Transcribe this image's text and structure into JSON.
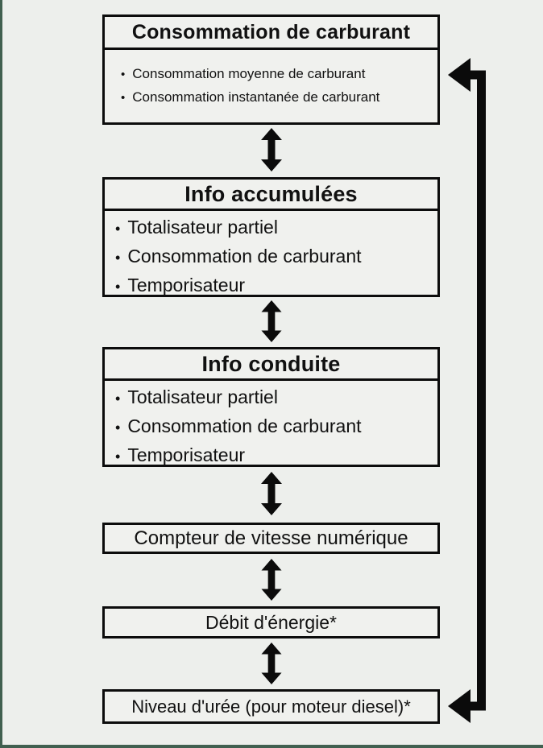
{
  "page": {
    "language": "fr",
    "colors": {
      "background": "#edefec",
      "box_background": "#f0f1ee",
      "box_border": "#0c0c0c",
      "arrow": "#0b0b0b",
      "edge_green": "#416050",
      "text": "#111111"
    }
  },
  "diagram": {
    "bullet_char": "•",
    "boxes": [
      {
        "id": "fuel-consumption",
        "header": "Consommation de carburant",
        "items": [
          "Consommation moyenne de carburant",
          "Consommation instantanée de carburant"
        ]
      },
      {
        "id": "accumulated-info",
        "header": "Info accumulées",
        "items": [
          "Totalisateur partiel",
          "Consommation de carburant",
          "Temporisateur"
        ]
      },
      {
        "id": "driving-info",
        "header": "Info conduite",
        "items": [
          "Totalisateur partiel",
          "Consommation de carburant",
          "Temporisateur"
        ]
      },
      {
        "id": "digital-speedometer",
        "label": "Compteur de vitesse numérique"
      },
      {
        "id": "energy-flow",
        "label": "Débit d'énergie*"
      },
      {
        "id": "urea-level",
        "label": "Niveau d'urée (pour moteur diesel)*"
      }
    ],
    "connectors": {
      "between_boxes": "double-headed-vertical-arrow",
      "loop": "return-arrow-from-bottom-box-to-top-box"
    }
  }
}
